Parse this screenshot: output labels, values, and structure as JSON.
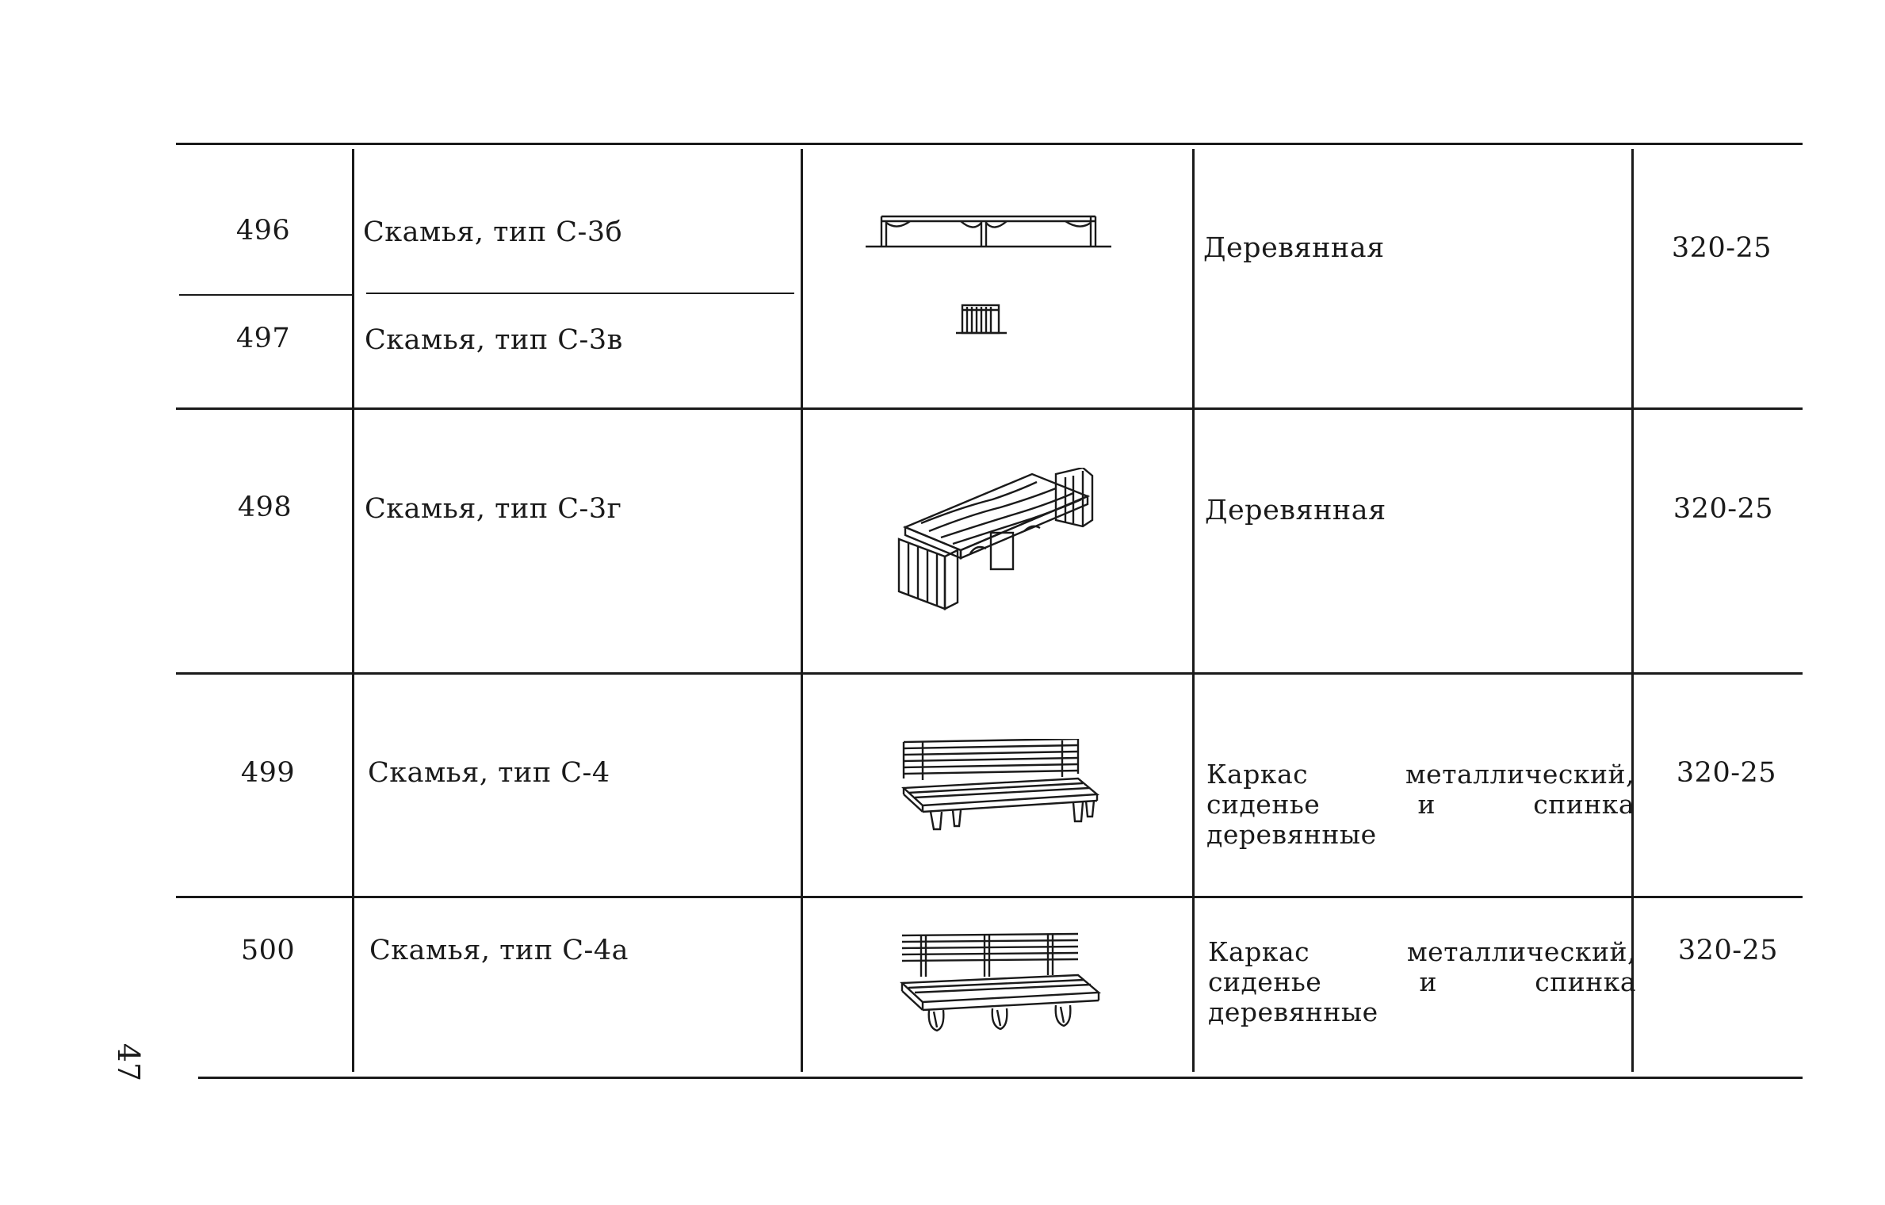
{
  "rows": [
    {
      "numbers": [
        "496",
        "497"
      ],
      "names": [
        "Скамья, тип С-3б",
        "Скамья, тип С-3в"
      ],
      "image_icon": "bench-plan-icon",
      "material": "Деревянная",
      "project": "320-25"
    },
    {
      "numbers": [
        "498"
      ],
      "names": [
        "Скамья, тип С-3г"
      ],
      "image_icon": "wooden-block-bench-icon",
      "material": "Деревянная",
      "project": "320-25"
    },
    {
      "numbers": [
        "499"
      ],
      "names": [
        "Скамья, тип С-4"
      ],
      "image_icon": "slatted-bench-icon",
      "material": "Каркас металлический, сиденье и спинка деревянные",
      "project": "320-25"
    },
    {
      "numbers": [
        "500"
      ],
      "names": [
        "Скамья, тип С-4а"
      ],
      "image_icon": "long-slatted-bench-icon",
      "material": "Каркас металлический, сиденье и спинка деревянные",
      "project": "320-25"
    }
  ],
  "page_number": "47"
}
